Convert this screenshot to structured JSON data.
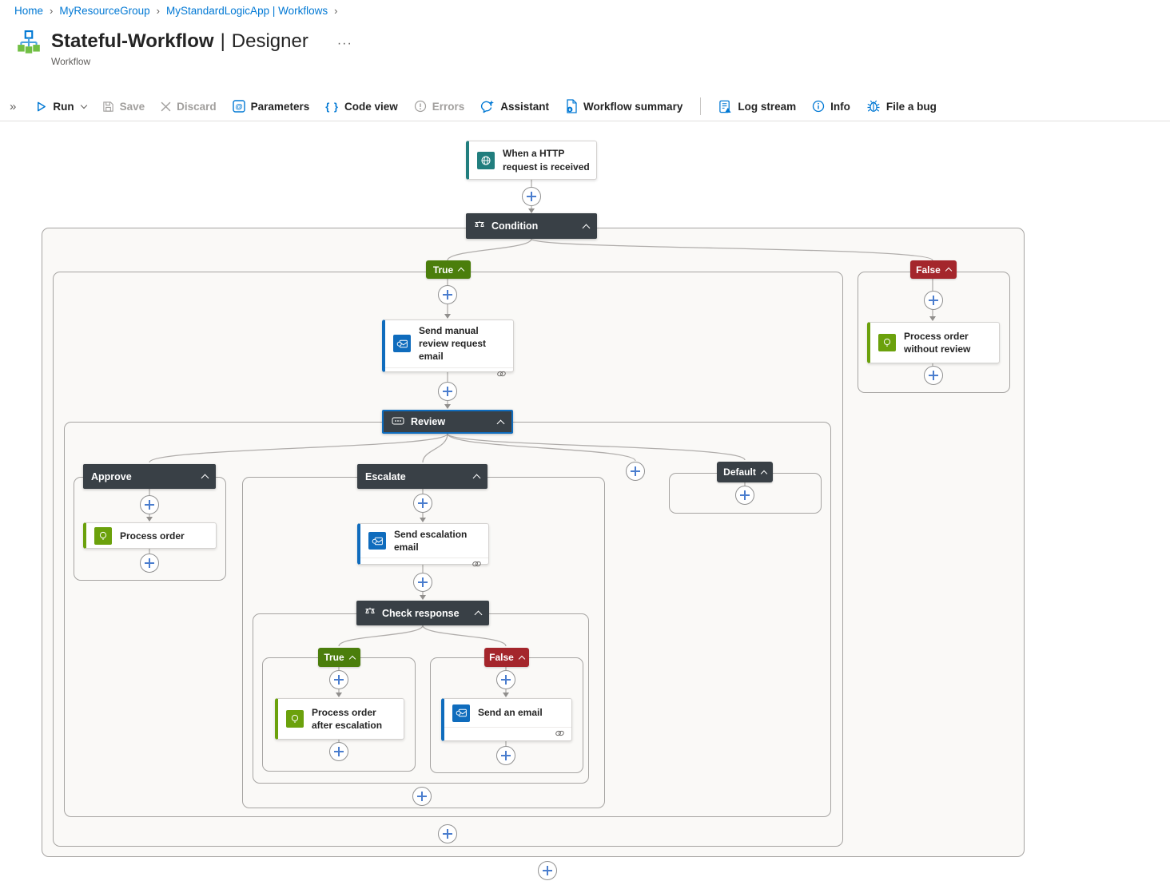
{
  "breadcrumb": {
    "items": [
      "Home",
      "MyResourceGroup",
      "MyStandardLogicApp | Workflows"
    ],
    "separator": "›"
  },
  "header": {
    "title": "Stateful-Workflow",
    "divider": "|",
    "view": "Designer",
    "more": "···",
    "subtitle": "Workflow"
  },
  "toolbar": {
    "collapse": "»",
    "braces_glyph": "{ }",
    "items": [
      {
        "label": "Run",
        "enabled": true
      },
      {
        "label": "Save",
        "enabled": false
      },
      {
        "label": "Discard",
        "enabled": false
      },
      {
        "label": "Parameters",
        "enabled": true
      },
      {
        "label": "Code view",
        "enabled": true
      },
      {
        "label": "Errors",
        "enabled": false
      },
      {
        "label": "Assistant",
        "enabled": true
      },
      {
        "label": "Workflow summary",
        "enabled": true
      },
      {
        "label": "Log stream",
        "enabled": true
      },
      {
        "label": "Info",
        "enabled": true
      },
      {
        "label": "File a bug",
        "enabled": true
      }
    ]
  },
  "workflow": {
    "trigger": {
      "label": "When a HTTP request is received"
    },
    "condition": {
      "label": "Condition",
      "true_label": "True",
      "false_label": "False"
    },
    "true_branch": {
      "send_manual_review": {
        "label": "Send manual review request email"
      },
      "review": {
        "label": "Review"
      },
      "approve_case": {
        "label": "Approve",
        "process_order": "Process order"
      },
      "escalate_case": {
        "label": "Escalate",
        "send_escalation": "Send escalation email",
        "check_response": {
          "label": "Check response",
          "true_label": "True",
          "false_label": "False"
        },
        "process_after_escalation": "Process order after escalation",
        "send_an_email": "Send an email"
      },
      "default_case": {
        "label": "Default"
      }
    },
    "false_branch": {
      "process_without_review": "Process order without review"
    }
  },
  "colors": {
    "accent_blue": "#0078d4",
    "scope_dark": "#394046",
    "true_green": "#4b7e0c",
    "false_red": "#a4262c",
    "trigger_teal": "#217e7e",
    "action_green": "#6ba10c",
    "outlook_blue": "#0f6cbd"
  }
}
